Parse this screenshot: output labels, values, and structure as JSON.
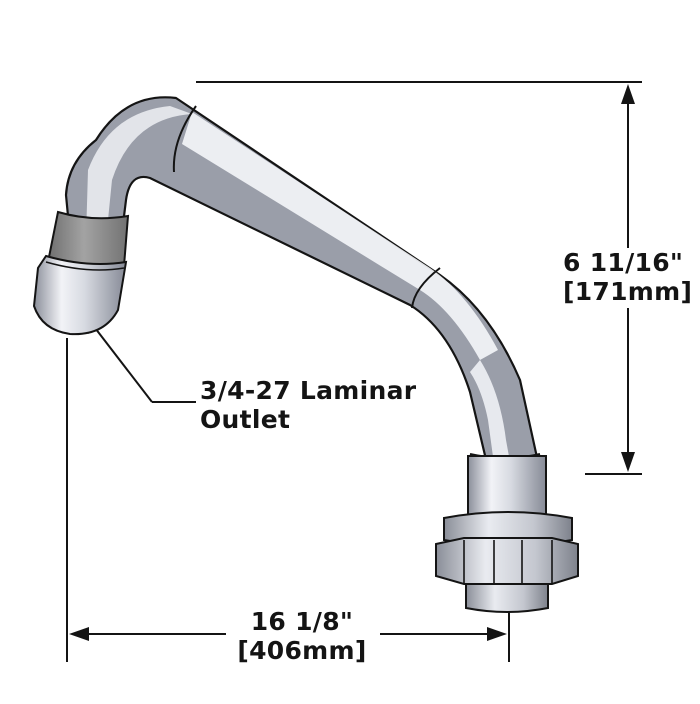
{
  "image": {
    "subject": "faucet-spout"
  },
  "labels": {
    "outlet_line1": "3/4-27 Laminar",
    "outlet_line2": "Outlet",
    "height_imperial": "6 11/16\"",
    "height_metric": "[171mm]",
    "width_imperial": "16 1/8\"",
    "width_metric": "[406mm]"
  },
  "colors": {
    "line": "#141414",
    "pipe_highlight": "#f6f7fa",
    "pipe_mid": "#bfc2cc",
    "pipe_shadow": "#7c808c",
    "outlet_band": "#8c8c8c"
  }
}
